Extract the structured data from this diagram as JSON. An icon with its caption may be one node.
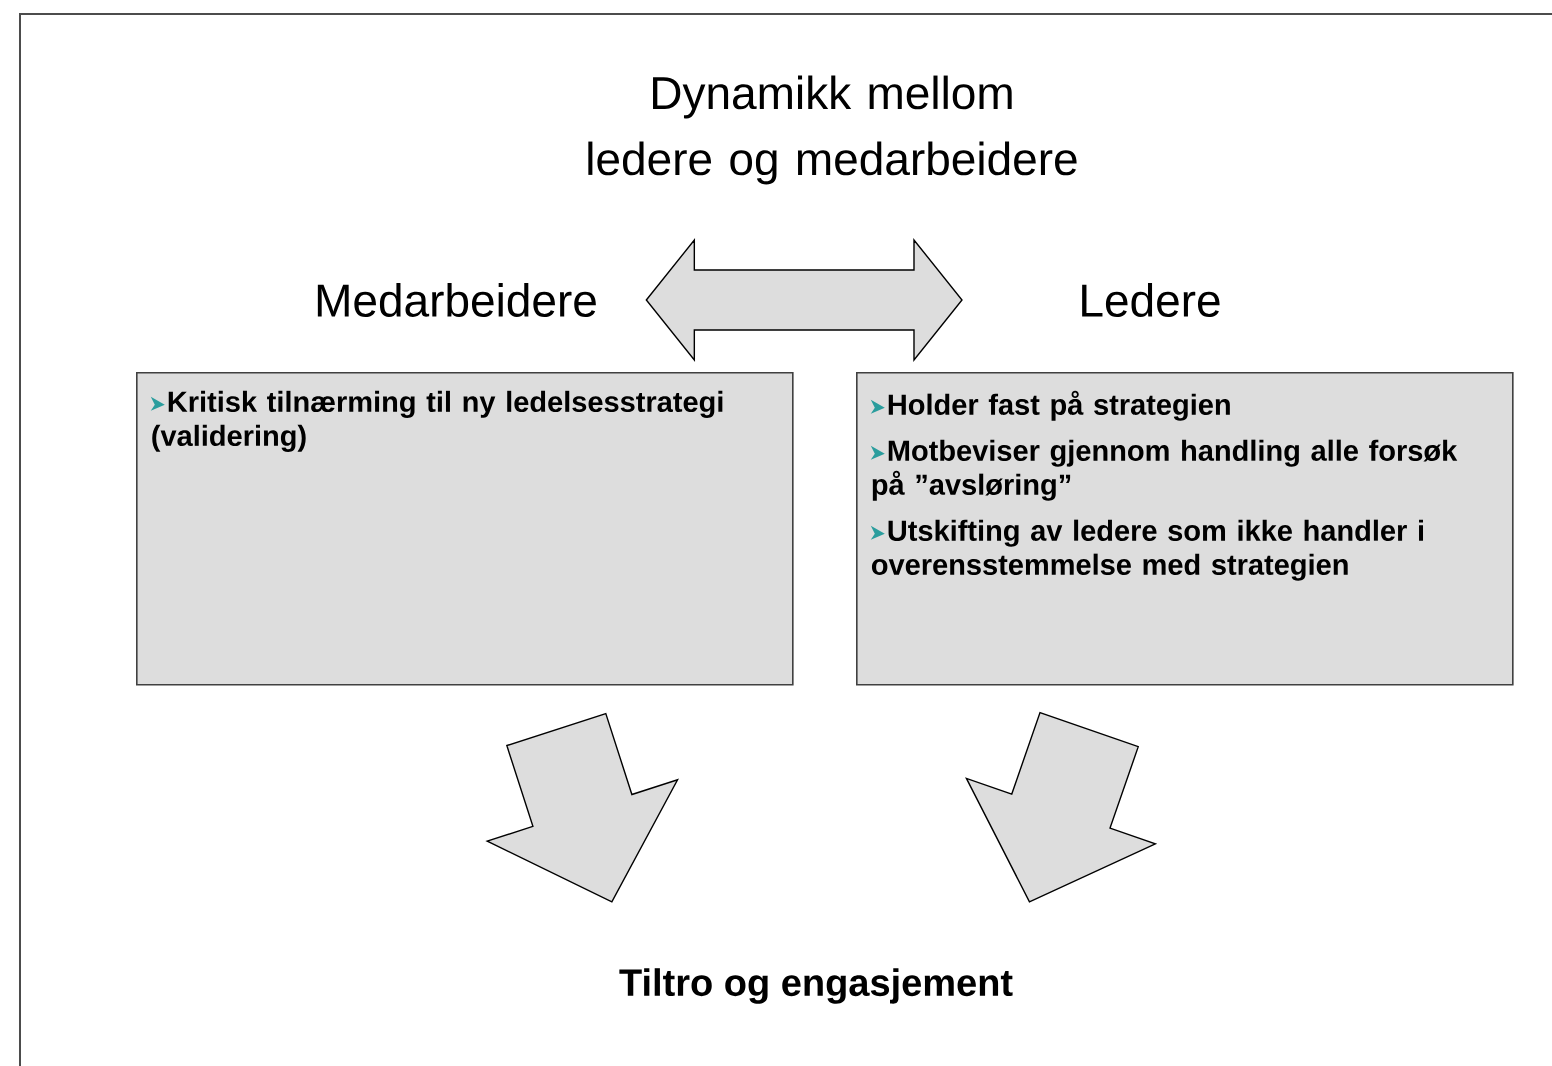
{
  "diagram": {
    "title": "Dynamikk mellom ledere og medarbeidere",
    "nodes": [
      {
        "text": [
          "Medarbeidere"
        ]
      },
      {
        "text": [
          "Ledere"
        ]
      },
      {
        "text": [
          "Kritisk tilnærming til ny ledelsesstrategi (validering)"
        ]
      },
      {
        "text": [
          "Holder fast på strategien",
          "Motbeviser gjennom handling alle forsøk på ”avsløring”",
          "Utskifting av ledere som ikke handler i overensstemmelse med strategien"
        ]
      },
      {
        "text": [
          "Tiltro og engasjement"
        ]
      }
    ],
    "edges": [
      {
        "from": 0,
        "to": 1,
        "arrow": "both"
      },
      {
        "from": 2,
        "to": 4,
        "arrow": "to"
      },
      {
        "from": 3,
        "to": 4,
        "arrow": "to"
      }
    ]
  }
}
